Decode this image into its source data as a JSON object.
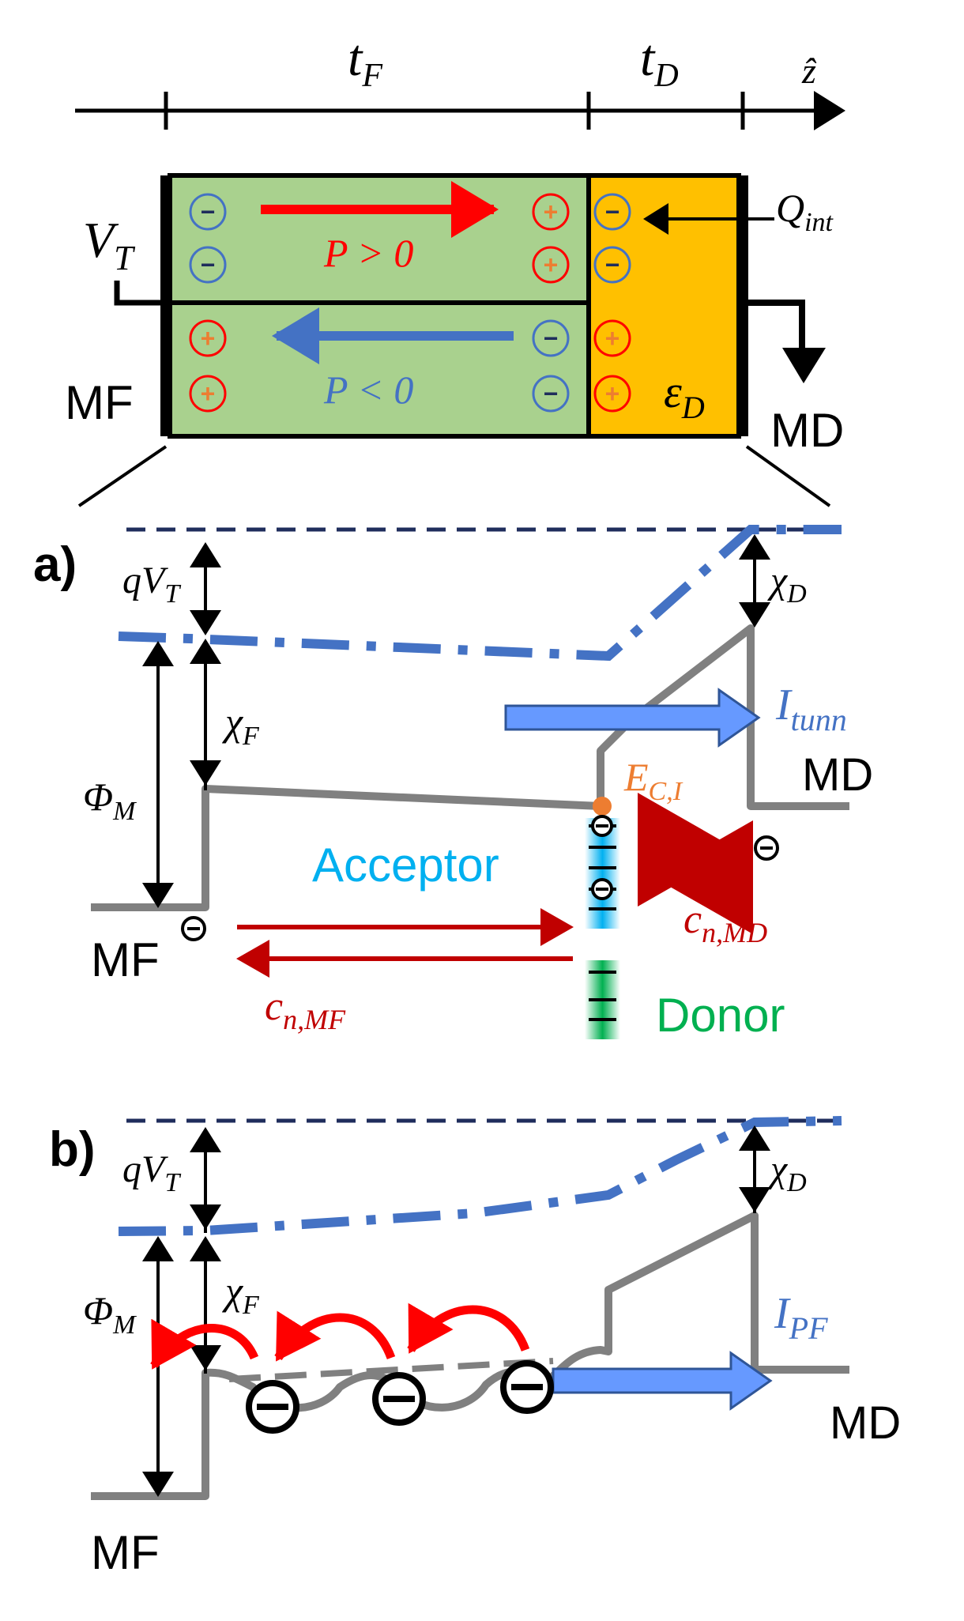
{
  "colors": {
    "red": "#ff0000",
    "dark_red": "#c00000",
    "blue": "#4472c4",
    "light_blue_arrow": "#6699ff",
    "navy": "#1f2d5c",
    "green_fill": "#a9d18e",
    "orange_fill": "#ffc000",
    "orange_text": "#ed7d31",
    "grey_band": "#808080",
    "acceptor_cyan": "#00b0f0",
    "donor_green": "#00b050",
    "black": "#000000"
  },
  "axis": {
    "tF_base": "t",
    "tF_sub": "F",
    "tD_base": "t",
    "tD_sub": "D",
    "z_label": "ẑ"
  },
  "device": {
    "vt_base": "V",
    "vt_sub": "T",
    "mf_label": "MF",
    "md_label": "MD",
    "qint_base": "Q",
    "qint_sub": "int",
    "eps_base": "ε",
    "eps_sub": "D",
    "p_pos": "P > 0",
    "p_neg": "P < 0",
    "plus": "+",
    "minus": "−"
  },
  "panel_a": {
    "label": "a)",
    "qvt_base": "qV",
    "qvt_sub": "T",
    "chiD_base": "χ",
    "chiD_sub": "D",
    "chiF_base": "χ",
    "chiF_sub": "F",
    "phiM_base": "Φ",
    "phiM_sub": "M",
    "itunn_base": "I",
    "itunn_sub": "tunn",
    "md_label": "MD",
    "eci_base": "E",
    "eci_sub": "C,I",
    "acceptor": "Acceptor",
    "donor": "Donor",
    "mf_label": "MF",
    "cnmf_base": "c",
    "cnmf_sub": "n,MF",
    "cnmd_base": "c",
    "cnmd_sub": "n,MD"
  },
  "panel_b": {
    "label": "b)",
    "qvt_base": "qV",
    "qvt_sub": "T",
    "chiD_base": "χ",
    "chiD_sub": "D",
    "chiF_base": "χ",
    "chiF_sub": "F",
    "phiM_base": "Φ",
    "phiM_sub": "M",
    "ipf_base": "I",
    "ipf_sub": "PF",
    "md_label": "MD",
    "mf_label": "MF"
  }
}
